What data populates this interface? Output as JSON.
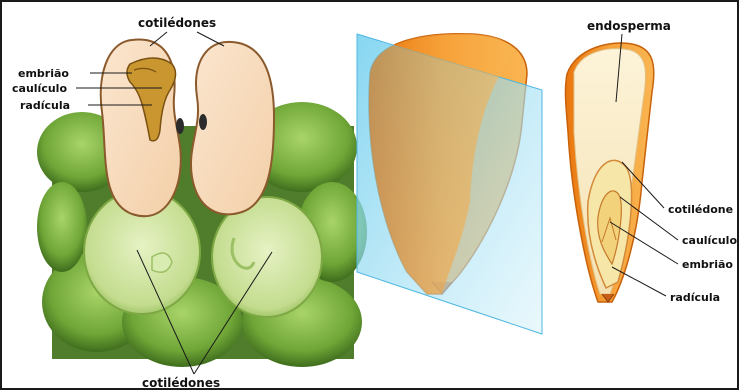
{
  "labels": {
    "top_cotiledones": "cotilédones",
    "embriao_left": "embrião",
    "cauliculo_left": "caulículo",
    "radicula_left": "radícula",
    "bottom_cotiledones": "cotilédones",
    "endosperma": "endosperma",
    "cotiledone_right": "cotilédone",
    "cauliculo_right": "caulículo",
    "embriao_right": "embrião",
    "radicula_right": "radícula"
  }
}
